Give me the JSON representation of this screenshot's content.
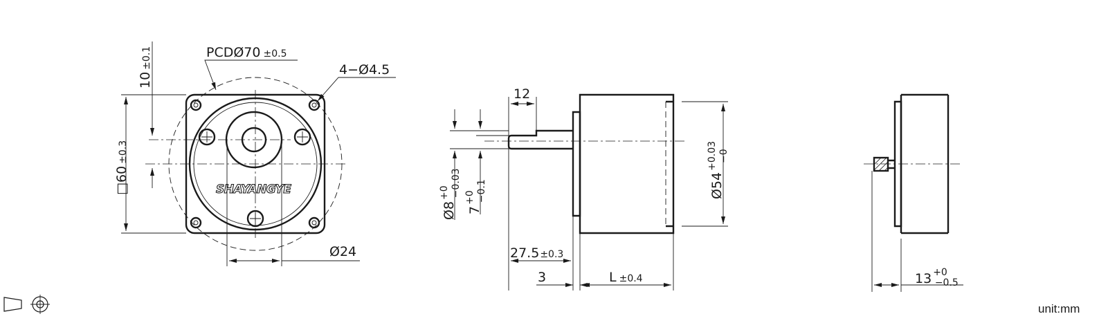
{
  "labels": {
    "pcd": "PCDØ70",
    "pcd_tol": "±0.5",
    "holes": "4−Ø4.5",
    "offset": "10",
    "offset_tol": "±0.1",
    "square": "□60",
    "square_tol": "±0.3",
    "boss": "Ø24",
    "brand": "SHAYANGYE",
    "shaft_step": "12",
    "shaft_dia": "Ø8",
    "shaft_dia_tol_up": "+0",
    "shaft_dia_tol_dn": "−0.03",
    "flat": "7",
    "flat_tol_up": "+0",
    "flat_tol_dn": "−0.1",
    "shaft_len": "27.5",
    "shaft_len_tol": "±0.3",
    "pilot": "3",
    "body_len": "L",
    "body_len_tol": "±0.4",
    "body_dia": "Ø54",
    "body_dia_tol_up": "+0.03",
    "body_dia_tol_dn": "−0",
    "side_len": "13",
    "side_len_tol_up": "+0",
    "side_len_tol_dn": "−0.5",
    "unit": "unit:mm"
  },
  "icons": [
    "projection-cone-icon",
    "projection-circle-icon"
  ]
}
